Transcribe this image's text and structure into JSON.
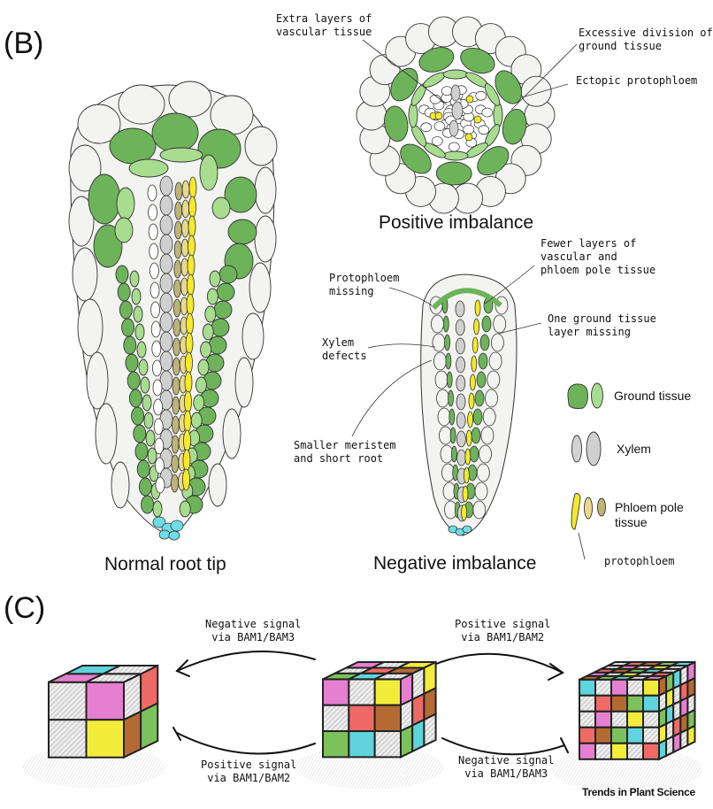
{
  "panels": {
    "b": {
      "label": "(B)",
      "diagrams": {
        "normal": {
          "caption": "Normal root tip"
        },
        "positive": {
          "caption": "Positive imbalance",
          "annotations": [
            {
              "text": "Extra layers of\nvascular tissue"
            },
            {
              "text": "Excessive division of\nground tissue"
            },
            {
              "text": "Ectopic protophloem"
            }
          ]
        },
        "negative": {
          "caption": "Negative imbalance",
          "annotations": [
            {
              "text": "Fewer layers of\nvascular and\nphloem pole tissue"
            },
            {
              "text": "Protophloem\nmissing"
            },
            {
              "text": "One ground tissue\nlayer missing"
            },
            {
              "text": "Xylem\ndefects"
            },
            {
              "text": "Smaller meristem\nand short root"
            }
          ]
        }
      },
      "legend": [
        {
          "label": "Ground tissue",
          "icon": "ground-tissue-cells",
          "colors": [
            "#6db35a",
            "#a8dc8e"
          ]
        },
        {
          "label": "Xylem",
          "icon": "xylem-cells",
          "colors": [
            "#d3d3d3",
            "#cfcfcf"
          ]
        },
        {
          "label": "Phloem pole\ntissue",
          "icon": "phloem-pole-cells",
          "colors": [
            "#f4ea2a",
            "#e8d98c",
            "#bdb479"
          ]
        }
      ],
      "legend_note": "protophloem"
    },
    "c": {
      "label": "(C)",
      "signals": [
        {
          "text": "Negative signal\nvia BAM1/BAM3",
          "direction": "to-small-cube"
        },
        {
          "text": "Positive signal\nvia BAM1/BAM2",
          "direction": "to-large-cube"
        },
        {
          "text": "Positive signal\nvia BAM1/BAM2",
          "direction": "inhibits-small-cube"
        },
        {
          "text": "Negative signal\nvia BAM1/BAM3",
          "direction": "inhibits-large-cube"
        }
      ],
      "cubes": [
        {
          "name": "small-cube",
          "size": "2x2"
        },
        {
          "name": "medium-cube",
          "size": "3x3"
        },
        {
          "name": "large-cube",
          "size": "5x5"
        }
      ]
    }
  },
  "colors": {
    "ground_dark": "#6db35a",
    "ground_light": "#a8dc8e",
    "xylem": "#d0d0d0",
    "phloem": "#f4ea2a",
    "phloem_mid": "#e8d98c",
    "phloem_dark": "#bdb479",
    "outer_cell": "#f3f4f1",
    "stem_cell": "#6fdde8",
    "cube_red": "#ef6a66",
    "cube_yellow": "#f3ec3a",
    "cube_green": "#7cc25c",
    "cube_cyan": "#5fd4dc",
    "cube_brown": "#b56a34",
    "cube_pink": "#e67fcf",
    "cube_grey": "#d9d9d9"
  },
  "credit": "Trends in Plant Science"
}
